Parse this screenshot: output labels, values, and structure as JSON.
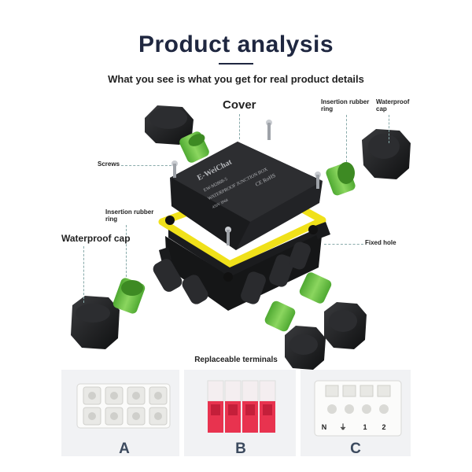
{
  "header": {
    "title": "Product analysis",
    "subtitle": "What you see is what you get for real product details"
  },
  "labels": {
    "cover": "Cover",
    "screws": "Screws",
    "insertion_ring_right": "Insertion rubber ring",
    "waterproof_cap_right": "Waterproof cap",
    "insertion_ring_left": "Insertion rubber ring",
    "waterproof_cap_left": "Waterproof cap",
    "fixed_hole": "Fixed hole"
  },
  "box_print": {
    "brand": "E-WeiChat",
    "model": "EW-M2868-5",
    "name": "WATERPROOF JUNCTION BOX",
    "rating": "450V  IP68",
    "cert": "CE RoHS"
  },
  "terminals": {
    "heading": "Replaceable terminals",
    "options": [
      {
        "letter": "A"
      },
      {
        "letter": "B"
      },
      {
        "letter": "C",
        "marks": [
          "N",
          "⏚",
          "1",
          "2"
        ]
      }
    ]
  },
  "colors": {
    "title": "#1f2740",
    "box": "#1d1e20",
    "gasket": "#f0e11a",
    "ring": "#6cc247",
    "panel": "#f1f2f4",
    "terminal_red": "#e8334f"
  }
}
